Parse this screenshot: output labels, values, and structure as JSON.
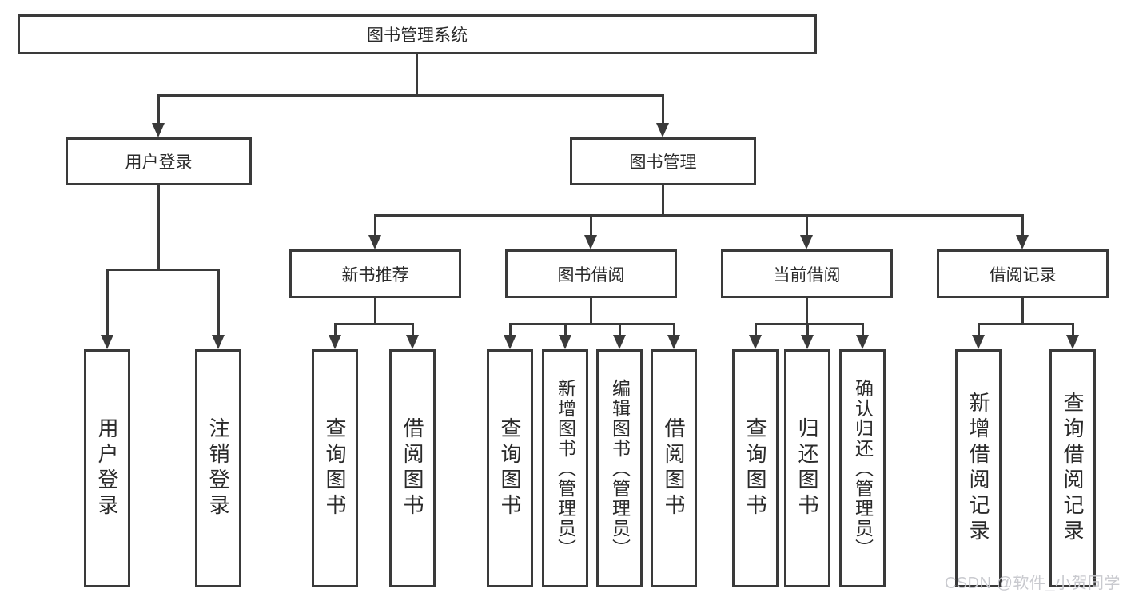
{
  "title": "图书管理系统",
  "level2": [
    {
      "label": "用户登录"
    },
    {
      "label": "图书管理"
    }
  ],
  "level3": [
    {
      "label": "新书推荐"
    },
    {
      "label": "图书借阅"
    },
    {
      "label": "当前借阅"
    },
    {
      "label": "借阅记录"
    }
  ],
  "leaves": {
    "login": [
      {
        "label": "用户登录"
      },
      {
        "label": "注销登录"
      }
    ],
    "recommend": [
      {
        "label": "查询图书"
      },
      {
        "label": "借阅图书"
      }
    ],
    "borrow": [
      {
        "label": "查询图书"
      },
      {
        "label": "新增图书（管理员）"
      },
      {
        "label": "编辑图书（管理员）"
      },
      {
        "label": "借阅图书"
      }
    ],
    "current": [
      {
        "label": "查询图书"
      },
      {
        "label": "归还图书"
      },
      {
        "label": "确认归还（管理员）"
      }
    ],
    "records": [
      {
        "label": "新增借阅记录"
      },
      {
        "label": "查询借阅记录"
      }
    ]
  },
  "watermark": {
    "text": "CSDN @软件_小贺同学"
  },
  "colors": {
    "line": "#3a3a3a",
    "text": "#2a2a2a",
    "watermark": "#c9cacf",
    "background": "#ffffff"
  }
}
